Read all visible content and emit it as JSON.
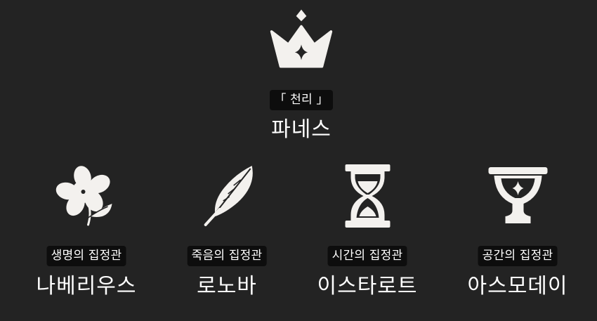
{
  "top": {
    "icon": "crown-icon",
    "title": "「 천리 」",
    "name": "파네스"
  },
  "nodes": [
    {
      "icon": "flower-icon",
      "title": "생명의 집정관",
      "name": "나베리우스"
    },
    {
      "icon": "feather-icon",
      "title": "죽음의 집정관",
      "name": "로노바"
    },
    {
      "icon": "hourglass-icon",
      "title": "시간의 집정관",
      "name": "이스타로트"
    },
    {
      "icon": "chalice-icon",
      "title": "공간의 집정관",
      "name": "아스모데이"
    }
  ],
  "colors": {
    "background": "#232323",
    "icon": "#f3f1ee",
    "badge": "#0d0d0d",
    "text": "#ffffff"
  }
}
